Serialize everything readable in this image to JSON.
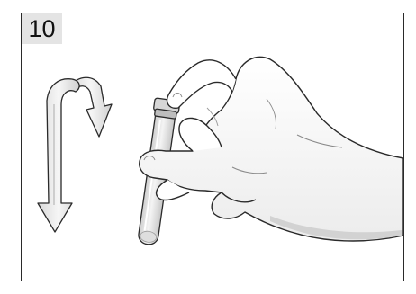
{
  "step": {
    "number": "10"
  },
  "illustration": {
    "subject": "hand-holding-test-tube",
    "motion": "invert-and-rotate-arrow"
  },
  "colors": {
    "outline": "#2a2a2a",
    "badge_bg": "#e4e4e4",
    "hand_fill": "#ffffff",
    "hand_shade": "#d2d2d2",
    "arrow_fill": "#eeeeee",
    "tube_fill": "#e9e9e9"
  }
}
